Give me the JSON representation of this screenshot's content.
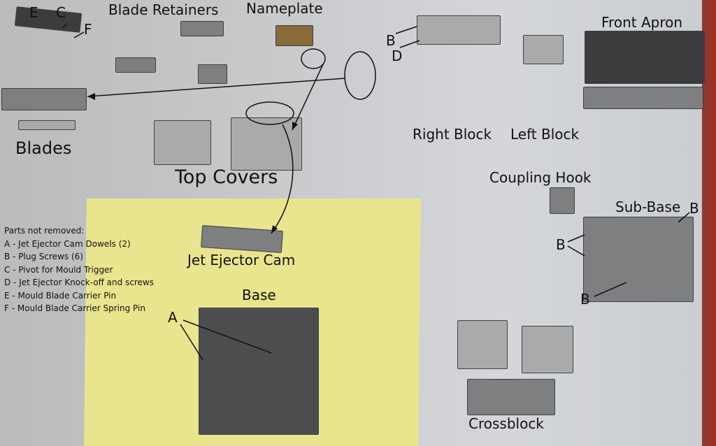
{
  "labels": {
    "E": "E",
    "C": "C",
    "F": "F",
    "blade_retainers": "Blade Retainers",
    "nameplate": "Nameplate",
    "blades": "Blades",
    "top_covers": "Top Covers",
    "B1": "B",
    "D": "D",
    "front_apron": "Front Apron",
    "right_block": "Right Block",
    "left_block": "Left Block",
    "coupling_hook": "Coupling Hook",
    "sub_base": "Sub-Base",
    "B2": "B",
    "B3": "B",
    "B4": "B",
    "jet_ejector_cam": "Jet Ejector Cam",
    "base": "Base",
    "A": "A",
    "crossblock": "Crossblock"
  },
  "legend": {
    "title": "Parts not removed:",
    "items": [
      "A - Jet Ejector Cam Dowels (2)",
      "B -  Plug Screws (6)",
      "C - Pivot for Mould Trigger",
      "D - Jet Ejector Knock-off and screws",
      "E - Mould Blade Carrier Pin",
      "F - Mould Blade Carrier Spring Pin"
    ]
  }
}
